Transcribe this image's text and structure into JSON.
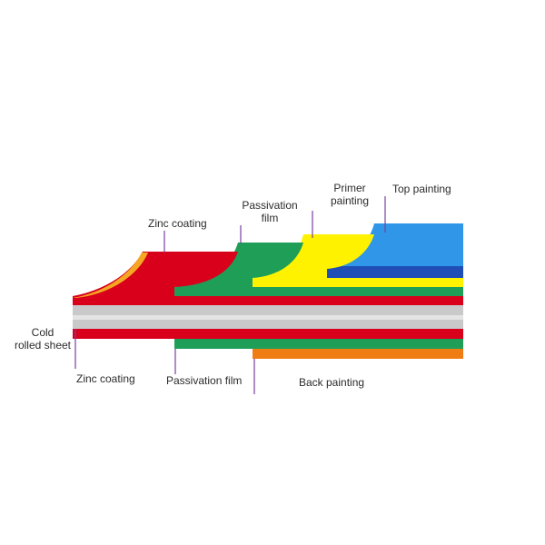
{
  "labels": {
    "zinc_coating_top": "Zinc coating",
    "passivation_film_top_line1": "Passivation",
    "passivation_film_top_line2": "film",
    "primer_painting_line1": "Primer",
    "primer_painting_line2": "painting",
    "top_painting": "Top painting",
    "cold_rolled_sheet_line1": "Cold",
    "cold_rolled_sheet_line2": "rolled sheet",
    "zinc_coating_bottom": "Zinc coating",
    "passivation_film_bottom": "Passivation film",
    "back_painting": "Back painting"
  },
  "layer_colors": {
    "zinc_coating": "#d9001b",
    "zinc_edge": "#f5a623",
    "cold_rolled_sheet": "#c9c9c9",
    "passivation_film": "#1e9e57",
    "primer_painting": "#fff200",
    "top_painting": "#2f96e8",
    "top_painting_dark": "#1f4fb6",
    "back_painting": "#f07d14",
    "leader_line": "#7a3fa0"
  }
}
